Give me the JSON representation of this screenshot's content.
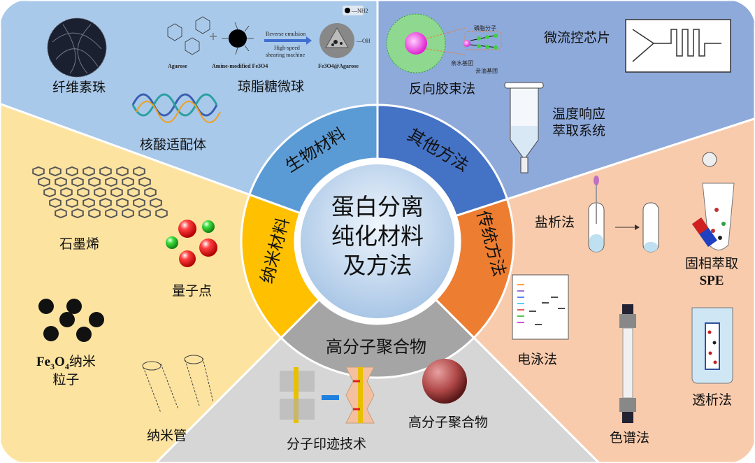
{
  "center_title": [
    "蛋白分离",
    "纯化材料",
    "及方法"
  ],
  "categories": {
    "bio": "生物材料",
    "other": "其他方法",
    "traditional": "传统方法",
    "polymer": "高分子聚合物",
    "nano": "纳米材料"
  },
  "bio_items": {
    "cellulose": "纤维素珠",
    "agarose": "琼脂糖微球",
    "aptamer": "核酸适配体",
    "scheme": {
      "agarose": "Agarose",
      "amine": "Amine-modified Fe3O4",
      "arrow_top": "Reverse emulsion",
      "arrow_bottom1": "High-speed",
      "arrow_bottom2": "shearing machine",
      "product": "Fe3O4@Agarose",
      "legend": "—NH2",
      "oh": "—OH"
    }
  },
  "other_items": {
    "micelle": "反向胶束法",
    "micelle_labels": {
      "molecule": "磷脂分子",
      "hydrophilic": "亲水基团",
      "lipophilic": "亲油基团"
    },
    "microfluidic": "微流控芯片",
    "thermo": [
      "温度响应",
      "萃取系统"
    ]
  },
  "traditional_items": {
    "salting": "盐析法",
    "spe": [
      "固相萃取",
      "SPE"
    ],
    "electrophoresis": "电泳法",
    "chromatography": "色谱法",
    "dialysis": "透析法"
  },
  "polymer_items": {
    "imprint": "分子印迹技术",
    "polymer": "高分子聚合物"
  },
  "nano_items": {
    "graphene": "石墨烯",
    "qdots": "量子点",
    "fe3o4": [
      "Fe",
      "3",
      "O",
      "4",
      "纳米",
      "粒子"
    ],
    "nanotube": "纳米管"
  },
  "colors": {
    "bio_bg": "#a9c9ea",
    "other_bg": "#8eaadb",
    "trad_bg": "#f8cbad",
    "poly_bg": "#d6d6d6",
    "nano_bg": "#fde3a0",
    "bio_ring": "#5b9bd5",
    "other_ring": "#4472c4",
    "trad_ring": "#ed7d31",
    "poly_ring": "#a5a5a5",
    "nano_ring": "#ffc000"
  }
}
